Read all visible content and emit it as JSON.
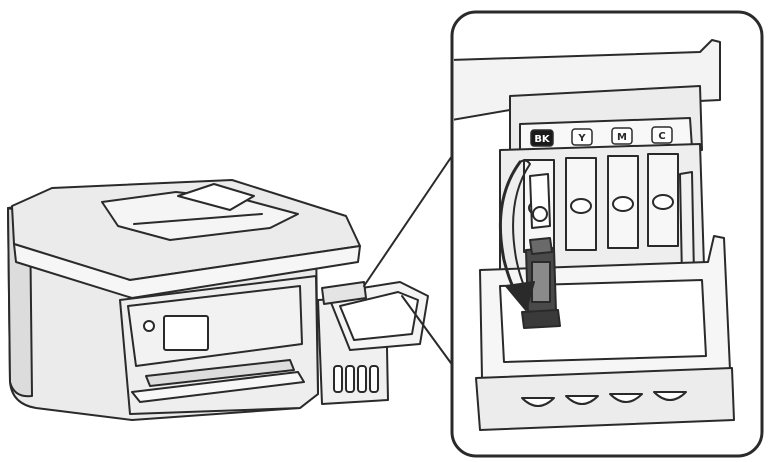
{
  "ink_tank_labels": [
    "BK",
    "Y",
    "M",
    "C"
  ],
  "active_tank_index": 0,
  "colors": {
    "stroke": "#2a2a2a",
    "printer_fill": "#ebebeb",
    "panel_fill": "#f3f3f3",
    "cap_fill": "#3a3a3a",
    "active_label_bg": "#1a1a1a",
    "active_label_text": "#ffffff",
    "background": "#ffffff"
  },
  "icons": {
    "rotate_arrow": "curved-arrow-down-icon"
  }
}
